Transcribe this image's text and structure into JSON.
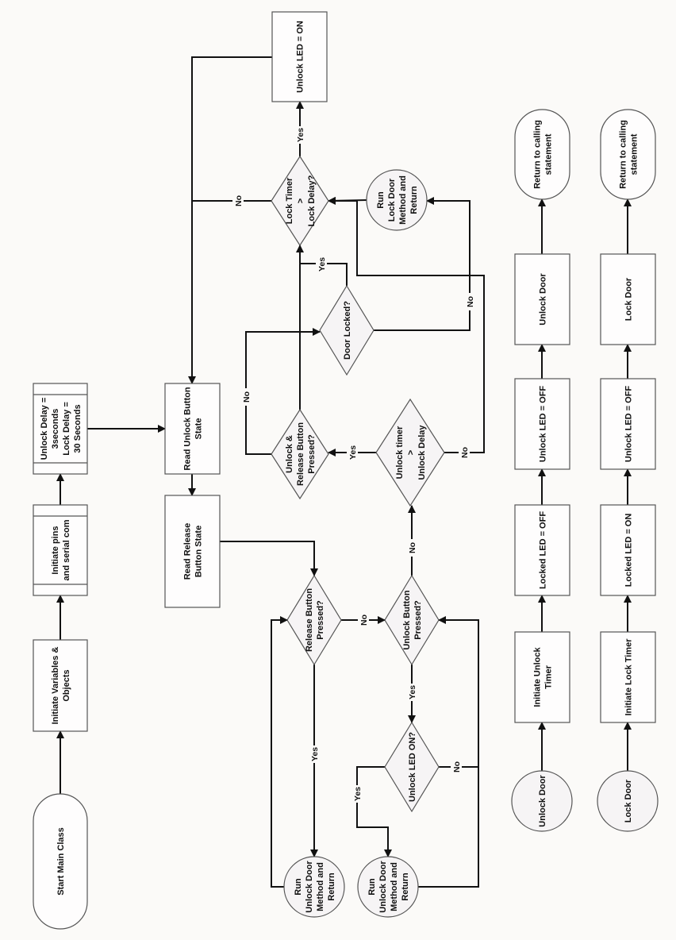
{
  "diagram": {
    "orientation": "rotated-90-ccw",
    "nodes": {
      "start": {
        "type": "terminator",
        "lines": [
          "Start Main Class"
        ]
      },
      "init_vars": {
        "type": "process",
        "lines": [
          "Initiate Variables &",
          "Objects"
        ]
      },
      "init_pins": {
        "type": "predefined-process",
        "lines": [
          "Initiate pins",
          "and serial com"
        ]
      },
      "delays": {
        "type": "predefined-process",
        "lines": [
          "Unlock Delay =",
          "3seconds",
          "Lock Delay =",
          "30 Seconds"
        ]
      },
      "read_unlock": {
        "type": "process",
        "lines": [
          "Read Unlock Button",
          "State"
        ]
      },
      "read_release": {
        "type": "process",
        "lines": [
          "Read Release",
          "Button State"
        ]
      },
      "release_pressed": {
        "type": "decision",
        "lines": [
          "Release Button",
          "Pressed?"
        ]
      },
      "unlock_pressed": {
        "type": "decision",
        "lines": [
          "Unlock Button",
          "Pressed?"
        ]
      },
      "unlock_led_on_q": {
        "type": "decision",
        "lines": [
          "Unlock LED ON?"
        ]
      },
      "run_unlock_1": {
        "type": "connector",
        "lines": [
          "Run",
          "Unlock Door",
          "Method and",
          "Return"
        ]
      },
      "run_unlock_2": {
        "type": "connector",
        "lines": [
          "Run",
          "Unlock Door",
          "Method and",
          "Return"
        ]
      },
      "unlock_timer_q": {
        "type": "decision",
        "lines": [
          "Unlock timer",
          ">",
          "Unlock Delay"
        ]
      },
      "unlock_release_q": {
        "type": "decision",
        "lines": [
          "Unlock &",
          "Release Button",
          "Pressed?"
        ]
      },
      "door_locked_q": {
        "type": "decision",
        "lines": [
          "Door Locked?"
        ]
      },
      "run_lock": {
        "type": "connector",
        "lines": [
          "Run",
          "Lock Door",
          "Method and",
          "Return"
        ]
      },
      "lock_timer_q": {
        "type": "decision",
        "lines": [
          "Lock Timer",
          ">",
          "Lock Delay?"
        ]
      },
      "unlock_led_on": {
        "type": "process",
        "lines": [
          "Unlock LED = ON"
        ]
      },
      "sub_unlock_start": {
        "type": "connector",
        "lines": [
          "Unlock Door"
        ]
      },
      "sub_unlock_timer": {
        "type": "process",
        "lines": [
          "Initiate Unlock",
          "Timer"
        ]
      },
      "sub_unlock_locked_led": {
        "type": "process",
        "lines": [
          "Locked LED = OFF"
        ]
      },
      "sub_unlock_unlock_led": {
        "type": "process",
        "lines": [
          "Unlock LED = OFF"
        ]
      },
      "sub_unlock_action": {
        "type": "process",
        "lines": [
          "Unlock Door"
        ]
      },
      "sub_unlock_return": {
        "type": "terminator",
        "lines": [
          "Return to calling",
          "statement"
        ]
      },
      "sub_lock_start": {
        "type": "connector",
        "lines": [
          "Lock Door"
        ]
      },
      "sub_lock_timer": {
        "type": "process",
        "lines": [
          "Initiate Lock Timer"
        ]
      },
      "sub_lock_locked_led": {
        "type": "process",
        "lines": [
          "Locked LED = ON"
        ]
      },
      "sub_lock_unlock_led": {
        "type": "process",
        "lines": [
          "Unlock LED = OFF"
        ]
      },
      "sub_lock_action": {
        "type": "process",
        "lines": [
          "Lock Door"
        ]
      },
      "sub_lock_return": {
        "type": "terminator",
        "lines": [
          "Return to calling",
          "statement"
        ]
      }
    },
    "edge_labels": {
      "yes": "Yes",
      "no": "No"
    }
  }
}
